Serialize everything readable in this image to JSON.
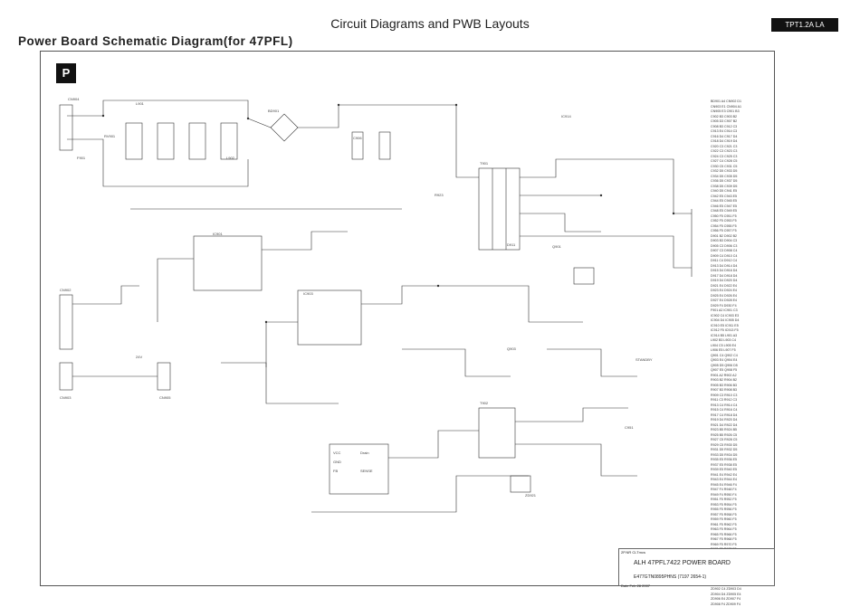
{
  "header": {
    "main_title": "Circuit Diagrams and PWB Layouts",
    "sub_title": "Power Board Schematic Diagram(for 47PFL)",
    "badge": "TPT1.2A LA"
  },
  "panel": {
    "logo_letter": "P"
  },
  "title_block": {
    "header_text": "2P.NR  CLTmcs",
    "board_name": "ALH 47PFL7422 POWER BOARD",
    "part_number": "E477GTN0895PHNS (7197 2654-1)",
    "date_text": "Date   Feb 28 2007"
  },
  "labels": {
    "c1": "CN904",
    "c2": "F901",
    "c3": "RV901",
    "c4": "L901",
    "c5": "BD901",
    "c6": "C906",
    "c7": "IC901",
    "c8": "T901",
    "c9": "IC914",
    "c10": "Q901",
    "c11": "CN902",
    "c12": "CN903",
    "c13": "CN905",
    "c14": "T902",
    "c15": "IC903",
    "c16": "Q903",
    "c17": "D911",
    "c18": "R923",
    "c19": "L902",
    "c20": "C951",
    "c21": "ZD921",
    "c22": "VCC",
    "c23": "GND",
    "c24": "Drain",
    "c25": "FB",
    "c26": "SENSE",
    "c27": "STANDBY",
    "c28": "24V"
  },
  "ref_table": [
    "BD901 A4 CN902 D1",
    "CN903 E1 CN904 A1",
    "CN905 E3 C901 B3",
    "C902 B3 C903 B2",
    "C905 D3 C907 B2",
    "C908 B3 C912 C3",
    "C913 E4 C914 C3",
    "C916 D4 C917 D4",
    "C918 D4 C919 D4",
    "C920 C3 C921 C3",
    "C922 C3 C923 C3",
    "C924 C3 C925 C3",
    "C927 C4 C928 C5",
    "C930 C5 C931 C5",
    "C932 D5 C933 D5",
    "C934 D5 C935 D5",
    "C936 D5 C937 D5",
    "C938 D5 C939 D5",
    "C940 D5 C941 E5",
    "C942 E5 C943 E5",
    "C944 E5 C945 E5",
    "C946 E5 C947 E5",
    "C948 E5 C949 E5",
    "C950 F5 C951 F5",
    "C952 F5 C953 F5",
    "C954 F5 C955 F5",
    "C956 F5 C957 F5",
    "D901 B2 D902 B2",
    "D903 B3 D904 C3",
    "D905 C3 D906 C3",
    "D907 C3 D908 C4",
    "D909 C4 D910 C4",
    "D911 C4 D912 C4",
    "D913 D4 D914 D4",
    "D915 D4 D916 D4",
    "D917 D4 D918 D4",
    "D919 D4 D920 D4",
    "D921 E4 D922 E4",
    "D923 E4 D924 E4",
    "D925 E4 D926 E4",
    "D927 E4 D928 E4",
    "D929 F4 D930 F4",
    "F901 A2 IC901 C3",
    "IC902 C4 IC903 E3",
    "IC904 D4 IC905 D4",
    "IC910 E5 IC911 E5",
    "IC912 F5 IC913 F5",
    "IC914 B5 L901 A3",
    "L902 B3 L903 C4",
    "L904 C5 L905 E4",
    "L906 E5 L907 F5",
    "Q901 C4 Q902 C4",
    "Q903 E4 Q904 E4",
    "Q905 D5 Q906 D5",
    "Q907 E5 Q908 F5",
    "R901 A2 R902 A2",
    "R903 B2 R904 B2",
    "R905 B3 R906 B3",
    "R907 B3 R908 B3",
    "R909 C3 R910 C3",
    "R911 C3 R912 C3",
    "R913 C4 R914 C4",
    "R915 C4 R916 C4",
    "R917 C4 R918 D4",
    "R919 D4 R920 D4",
    "R921 D4 R922 D4",
    "R923 B5 R924 B5",
    "R925 B5 R926 C5",
    "R927 C5 R928 C5",
    "R929 C5 R930 D5",
    "R931 D5 R932 D5",
    "R933 D5 R934 D5",
    "R935 E5 R936 E5",
    "R937 E5 R938 E5",
    "R939 E5 R940 E5",
    "R941 E4 R942 E4",
    "R943 E4 R944 E4",
    "R945 E4 R946 F4",
    "R947 F4 R948 F4",
    "R949 F4 R950 F4",
    "R951 F5 R952 F5",
    "R953 F5 R954 F5",
    "R955 F5 R956 F5",
    "R957 F5 R958 F5",
    "R959 F5 R960 F5",
    "R961 F5 R962 F5",
    "R963 F5 R964 F5",
    "R965 F5 R966 F5",
    "R967 F5 R968 F5",
    "R969 F5 R970 F5",
    "R971 F5 R972 F5",
    "R973 F5 R974 F5",
    "R975 F5 R976 F5",
    "R977 F5 R978 F5",
    "R979 F5 R980 F5",
    "RV901 A2 T901 C4",
    "T902 B2 T903 E4",
    "T904 E4 ZD901 C4",
    "ZD902 C4 ZD903 D4",
    "ZD904 D4 ZD905 E4",
    "ZD906 E4 ZD907 F4",
    "ZD908 F4 ZD909 F4"
  ]
}
